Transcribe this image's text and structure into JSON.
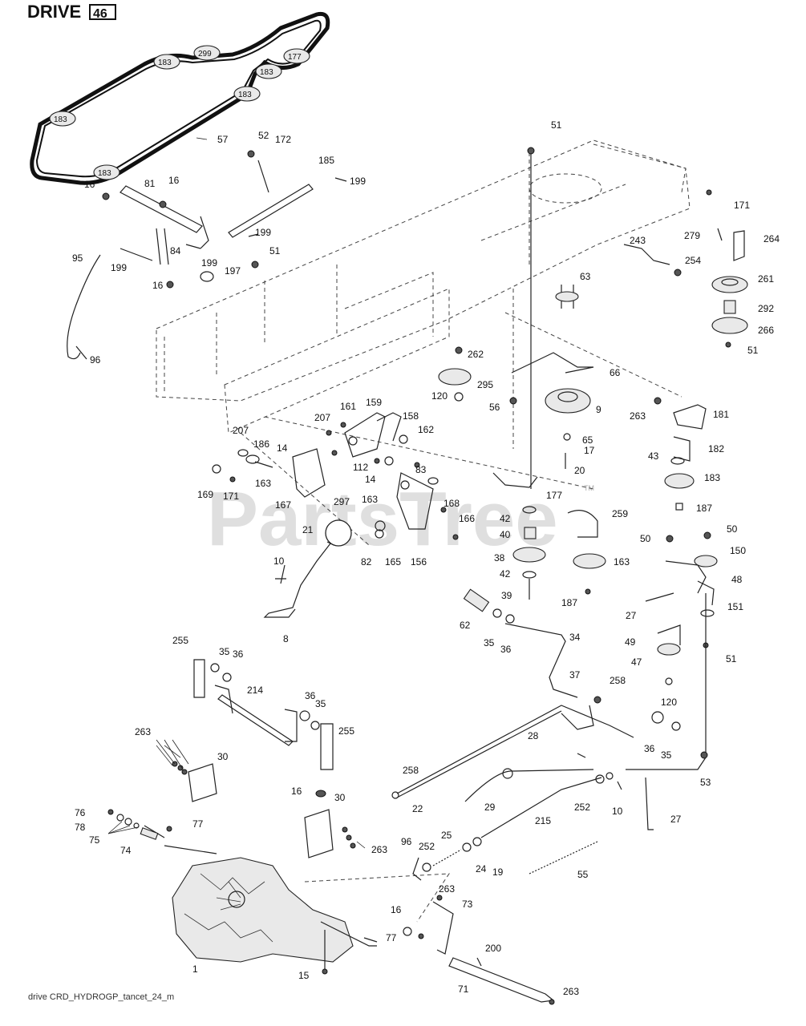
{
  "diagram": {
    "title": "DRIVE",
    "title_box": "46",
    "footer": "drive CRD_HYDROGP_tancet_24_m",
    "watermark": "PartsTree",
    "trademark": "TM",
    "pulley_labels": [
      "183",
      "299",
      "183",
      "183",
      "177",
      "183"
    ],
    "labels": [
      {
        "id": "l1",
        "text": "57"
      },
      {
        "id": "l2",
        "text": "52"
      },
      {
        "id": "l3",
        "text": "172"
      },
      {
        "id": "l4",
        "text": "185"
      },
      {
        "id": "l5",
        "text": "199"
      },
      {
        "id": "l6",
        "text": "51"
      },
      {
        "id": "l7",
        "text": "16"
      },
      {
        "id": "l8",
        "text": "81"
      },
      {
        "id": "l9",
        "text": "16"
      },
      {
        "id": "l10",
        "text": "199"
      },
      {
        "id": "l11",
        "text": "51"
      },
      {
        "id": "l12",
        "text": "84"
      },
      {
        "id": "l13",
        "text": "95"
      },
      {
        "id": "l14",
        "text": "199"
      },
      {
        "id": "l15",
        "text": "199"
      },
      {
        "id": "l16",
        "text": "197"
      },
      {
        "id": "l17",
        "text": "16"
      },
      {
        "id": "l18",
        "text": "96"
      },
      {
        "id": "l19",
        "text": "171"
      },
      {
        "id": "l20",
        "text": "279"
      },
      {
        "id": "l21",
        "text": "264"
      },
      {
        "id": "l22",
        "text": "243"
      },
      {
        "id": "l23",
        "text": "254"
      },
      {
        "id": "l24",
        "text": "63"
      },
      {
        "id": "l25",
        "text": "261"
      },
      {
        "id": "l26",
        "text": "292"
      },
      {
        "id": "l27",
        "text": "266"
      },
      {
        "id": "l28",
        "text": "51"
      },
      {
        "id": "l29",
        "text": "262"
      },
      {
        "id": "l30",
        "text": "66"
      },
      {
        "id": "l31",
        "text": "295"
      },
      {
        "id": "l32",
        "text": "120"
      },
      {
        "id": "l33",
        "text": "56"
      },
      {
        "id": "l34",
        "text": "9"
      },
      {
        "id": "l35",
        "text": "263"
      },
      {
        "id": "l36",
        "text": "181"
      },
      {
        "id": "l37",
        "text": "65"
      },
      {
        "id": "l38",
        "text": "17"
      },
      {
        "id": "l39",
        "text": "182"
      },
      {
        "id": "l40",
        "text": "20"
      },
      {
        "id": "l41",
        "text": "43"
      },
      {
        "id": "l42",
        "text": "183"
      },
      {
        "id": "l43",
        "text": "207"
      },
      {
        "id": "l44",
        "text": "161"
      },
      {
        "id": "l45",
        "text": "159"
      },
      {
        "id": "l46",
        "text": "158"
      },
      {
        "id": "l47",
        "text": "207"
      },
      {
        "id": "l48",
        "text": "162"
      },
      {
        "id": "l49",
        "text": "186"
      },
      {
        "id": "l50",
        "text": "14"
      },
      {
        "id": "l51",
        "text": "112"
      },
      {
        "id": "l52",
        "text": "14"
      },
      {
        "id": "l53",
        "text": "83"
      },
      {
        "id": "l54",
        "text": "163"
      },
      {
        "id": "l55",
        "text": "169"
      },
      {
        "id": "l56",
        "text": "171"
      },
      {
        "id": "l57",
        "text": "167"
      },
      {
        "id": "l58",
        "text": "297"
      },
      {
        "id": "l59",
        "text": "163"
      },
      {
        "id": "l60",
        "text": "168"
      },
      {
        "id": "l61",
        "text": "166"
      },
      {
        "id": "l62",
        "text": "177"
      },
      {
        "id": "l63",
        "text": "187"
      },
      {
        "id": "l64",
        "text": "42"
      },
      {
        "id": "l65",
        "text": "259"
      },
      {
        "id": "l66",
        "text": "21"
      },
      {
        "id": "l67",
        "text": "82"
      },
      {
        "id": "l68",
        "text": "165"
      },
      {
        "id": "l69",
        "text": "156"
      },
      {
        "id": "l70",
        "text": "40"
      },
      {
        "id": "l71",
        "text": "50"
      },
      {
        "id": "l72",
        "text": "50"
      },
      {
        "id": "l73",
        "text": "150"
      },
      {
        "id": "l74",
        "text": "38"
      },
      {
        "id": "l75",
        "text": "163"
      },
      {
        "id": "l76",
        "text": "10"
      },
      {
        "id": "l77",
        "text": "42"
      },
      {
        "id": "l78",
        "text": "48"
      },
      {
        "id": "l79",
        "text": "39"
      },
      {
        "id": "l80",
        "text": "187"
      },
      {
        "id": "l81",
        "text": "27"
      },
      {
        "id": "l82",
        "text": "151"
      },
      {
        "id": "l83",
        "text": "62"
      },
      {
        "id": "l84",
        "text": "8"
      },
      {
        "id": "l85",
        "text": "35"
      },
      {
        "id": "l86",
        "text": "36"
      },
      {
        "id": "l87",
        "text": "34"
      },
      {
        "id": "l88",
        "text": "51"
      },
      {
        "id": "l89",
        "text": "49"
      },
      {
        "id": "l90",
        "text": "47"
      },
      {
        "id": "l91",
        "text": "255"
      },
      {
        "id": "l92",
        "text": "35"
      },
      {
        "id": "l93",
        "text": "36"
      },
      {
        "id": "l94",
        "text": "37"
      },
      {
        "id": "l95",
        "text": "214"
      },
      {
        "id": "l96",
        "text": "258"
      },
      {
        "id": "l97",
        "text": "120"
      },
      {
        "id": "l98",
        "text": "36"
      },
      {
        "id": "l99",
        "text": "35"
      },
      {
        "id": "l100",
        "text": "255"
      },
      {
        "id": "l101",
        "text": "28"
      },
      {
        "id": "l102",
        "text": "36"
      },
      {
        "id": "l103",
        "text": "35"
      },
      {
        "id": "l104",
        "text": "263"
      },
      {
        "id": "l105",
        "text": "30"
      },
      {
        "id": "l106",
        "text": "258"
      },
      {
        "id": "l107",
        "text": "53"
      },
      {
        "id": "l108",
        "text": "22"
      },
      {
        "id": "l109",
        "text": "29"
      },
      {
        "id": "l110",
        "text": "252"
      },
      {
        "id": "l111",
        "text": "10"
      },
      {
        "id": "l112",
        "text": "16"
      },
      {
        "id": "l113",
        "text": "30"
      },
      {
        "id": "l114",
        "text": "27"
      },
      {
        "id": "l115",
        "text": "215"
      },
      {
        "id": "l116",
        "text": "76"
      },
      {
        "id": "l117",
        "text": "77"
      },
      {
        "id": "l118",
        "text": "78"
      },
      {
        "id": "l119",
        "text": "75"
      },
      {
        "id": "l120",
        "text": "74"
      },
      {
        "id": "l121",
        "text": "263"
      },
      {
        "id": "l122",
        "text": "96"
      },
      {
        "id": "l123",
        "text": "25"
      },
      {
        "id": "l124",
        "text": "252"
      },
      {
        "id": "l125",
        "text": "24"
      },
      {
        "id": "l126",
        "text": "19"
      },
      {
        "id": "l127",
        "text": "55"
      },
      {
        "id": "l128",
        "text": "263"
      },
      {
        "id": "l129",
        "text": "73"
      },
      {
        "id": "l130",
        "text": "16"
      },
      {
        "id": "l131",
        "text": "77"
      },
      {
        "id": "l132",
        "text": "1"
      },
      {
        "id": "l133",
        "text": "15"
      },
      {
        "id": "l134",
        "text": "200"
      },
      {
        "id": "l135",
        "text": "71"
      },
      {
        "id": "l136",
        "text": "263"
      }
    ]
  }
}
